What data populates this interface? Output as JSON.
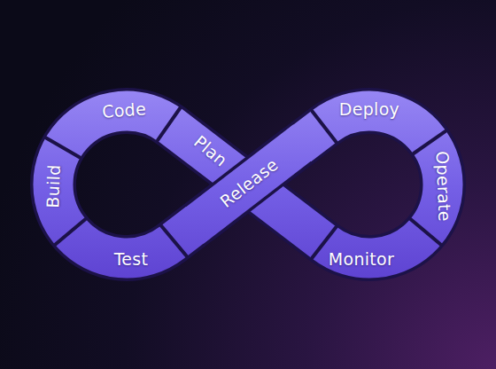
{
  "diagram": {
    "nodes": [
      {
        "text": [
          "Plan"
        ]
      },
      {
        "text": [
          "Code"
        ]
      },
      {
        "text": [
          "Build"
        ]
      },
      {
        "text": [
          "Test"
        ]
      },
      {
        "text": [
          "Release"
        ]
      },
      {
        "text": [
          "Deploy"
        ]
      },
      {
        "text": [
          "Operate"
        ]
      },
      {
        "text": [
          "Monitor"
        ]
      }
    ]
  }
}
